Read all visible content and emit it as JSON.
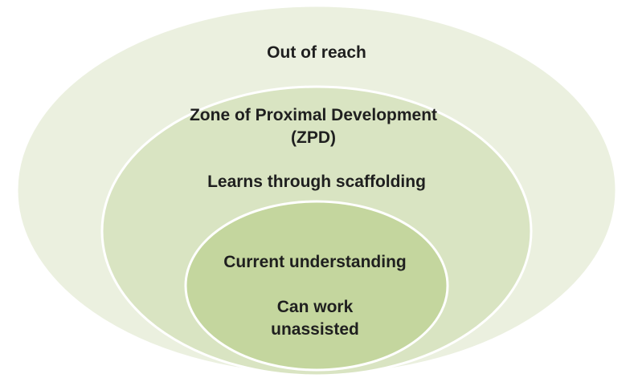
{
  "diagram": {
    "outer": {
      "label": "Out of reach",
      "fill": "#ebf0df"
    },
    "middle": {
      "title": "Zone of Proximal Development (ZPD)",
      "description": "Learns through scaffolding",
      "fill": "#d9e4c2"
    },
    "inner": {
      "title": "Current understanding",
      "description": "Can work unassisted",
      "fill": "#c4d69e"
    },
    "ring_border": "#ffffff",
    "text_color": "#1f1f1f"
  }
}
